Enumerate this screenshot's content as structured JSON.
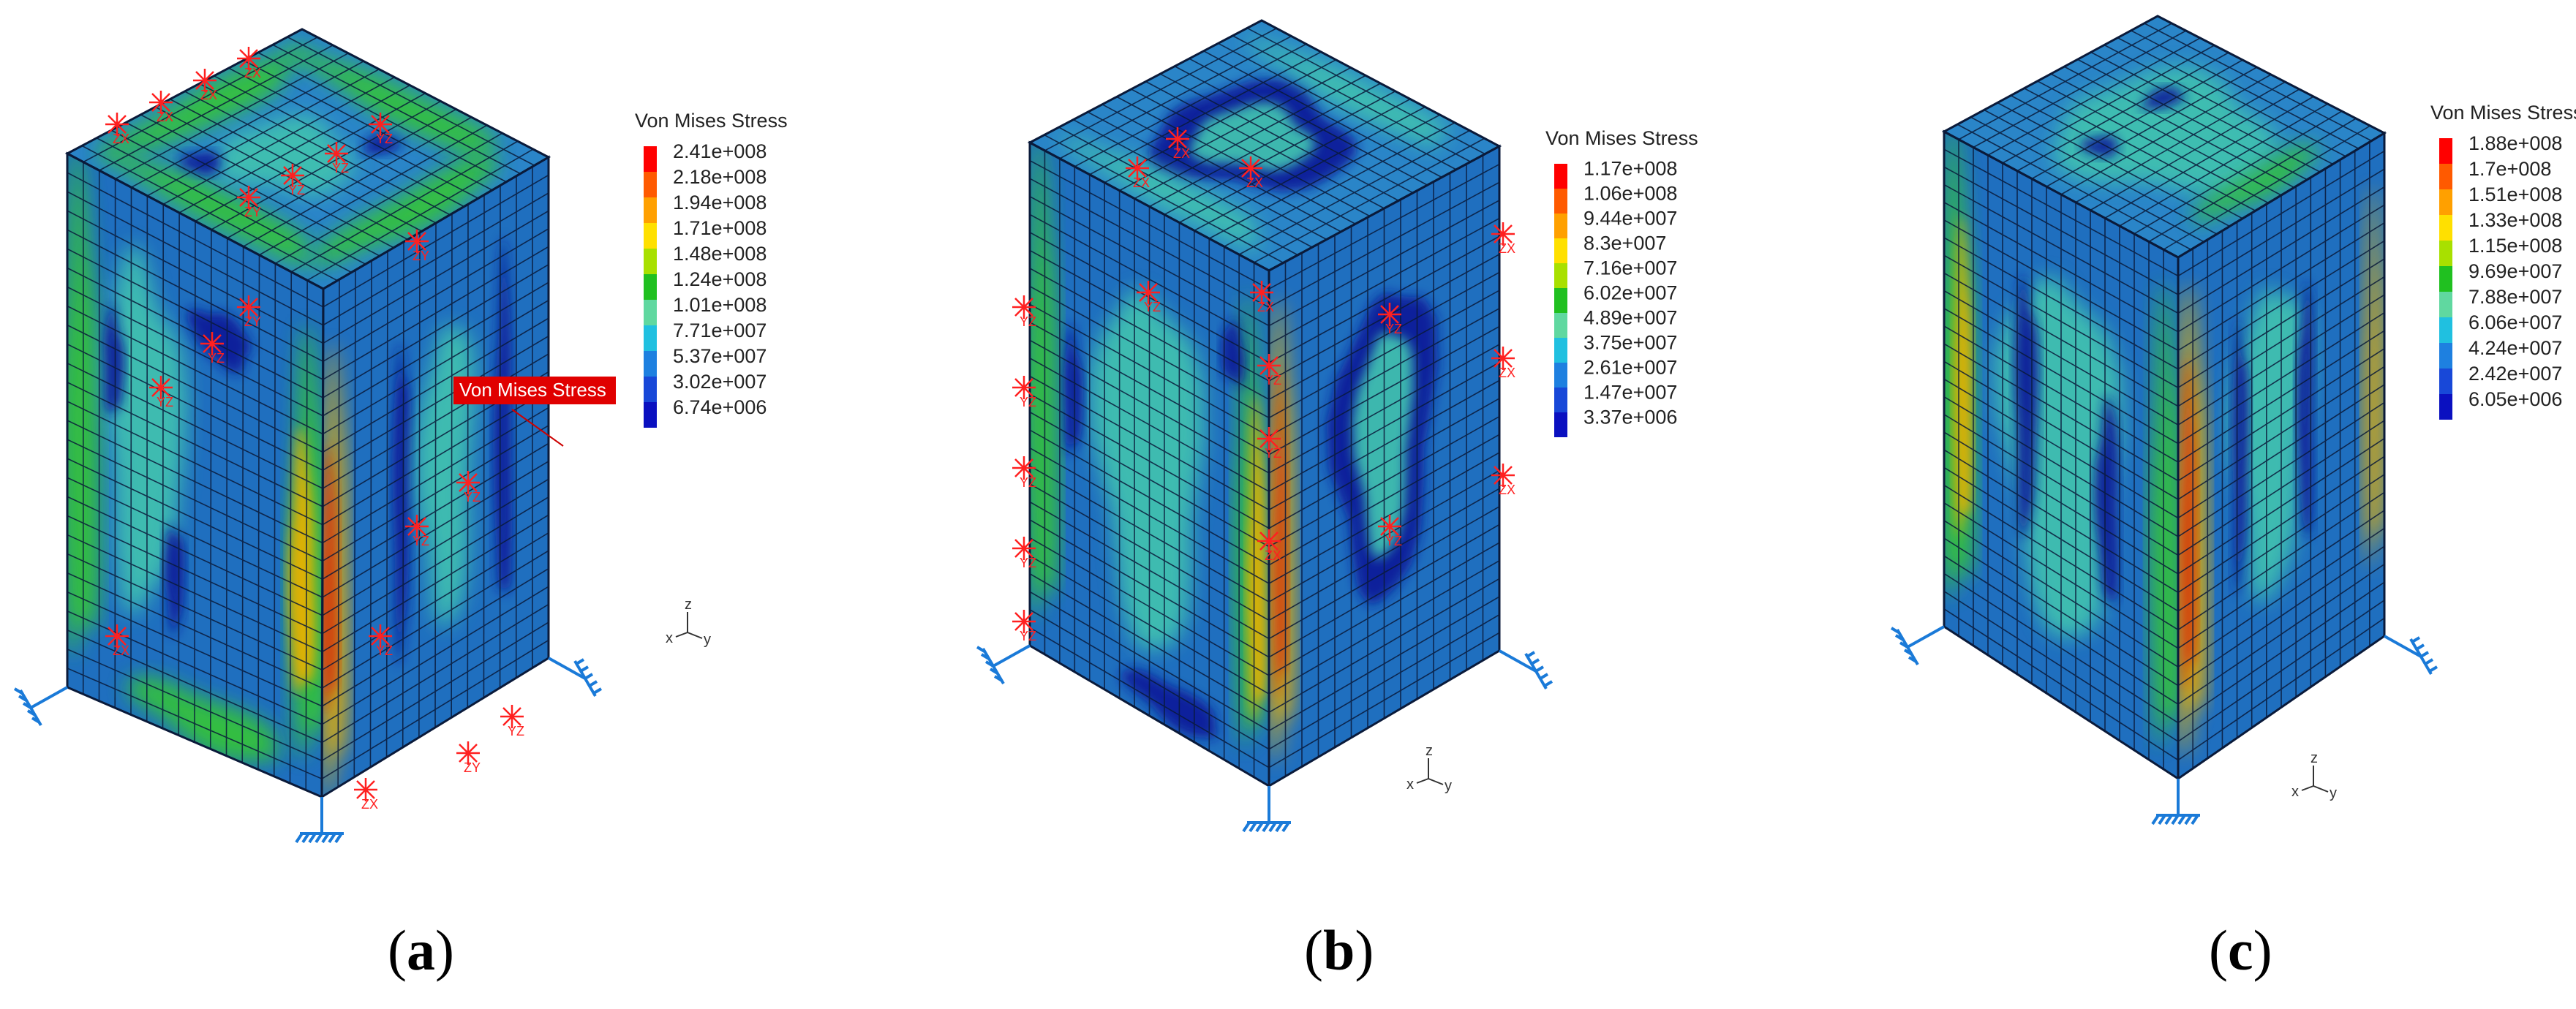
{
  "panels": [
    {
      "id": "a",
      "caption": "a",
      "legend_title": "Von Mises Stress",
      "legend_values": [
        "2.41e+008",
        "2.18e+008",
        "1.94e+008",
        "1.71e+008",
        "1.48e+008",
        "1.24e+008",
        "1.01e+008",
        "7.71e+007",
        "5.37e+007",
        "3.02e+007",
        "6.74e+006"
      ],
      "tag_text": "Von Mises Stress",
      "constraint_labels": [
        "ZX",
        "ZX",
        "ZX",
        "ZX",
        "YZ",
        "YZ",
        "YZ",
        "ZY",
        "ZY",
        "ZY",
        "YZ",
        "YZ",
        "YZ",
        "YZ",
        "YZ",
        "YZ",
        "ZY",
        "ZX",
        "ZX"
      ]
    },
    {
      "id": "b",
      "caption": "b",
      "legend_title": "Von Mises Stress",
      "legend_values": [
        "1.17e+008",
        "1.06e+008",
        "9.44e+007",
        "8.3e+007",
        "7.16e+007",
        "6.02e+007",
        "4.89e+007",
        "3.75e+007",
        "2.61e+007",
        "1.47e+007",
        "3.37e+006"
      ],
      "constraint_labels": [
        "ZX",
        "ZX",
        "ZX",
        "ZX",
        "YZ",
        "YZ",
        "YZ",
        "YZ",
        "YZ",
        "YZ",
        "YZ",
        "YZ",
        "ZX",
        "ZX",
        "ZX",
        "ZX",
        "YZ",
        "YZ"
      ]
    },
    {
      "id": "c",
      "caption": "c",
      "legend_title": "Von Mises Stress",
      "legend_values": [
        "1.88e+008",
        "1.7e+008",
        "1.51e+008",
        "1.33e+008",
        "1.15e+008",
        "9.69e+007",
        "7.88e+007",
        "6.06e+007",
        "4.24e+007",
        "2.42e+007",
        "6.05e+006"
      ]
    }
  ],
  "axis_triad": {
    "z": "z",
    "x": "x",
    "y": "y"
  },
  "colors": {
    "legend_scale": [
      "#ff0000",
      "#ff5a00",
      "#ffa000",
      "#ffe000",
      "#a8e000",
      "#20c020",
      "#60d8a0",
      "#20c0e0",
      "#1e80e0",
      "#1848d8",
      "#0a10c0"
    ],
    "mesh_line": "#0a1a3a",
    "constraint_symbol": "#ff2020",
    "support_symbol": "#1a7ad8",
    "face_base": "#1f6fbf",
    "face_top": "#2a85c8",
    "low_stress": "#0c1e9a",
    "mid_stress": "#3fc0b0",
    "high_stress": "#e8b000",
    "peak_stress": "#d23a10",
    "green_stress": "#34c23a"
  }
}
